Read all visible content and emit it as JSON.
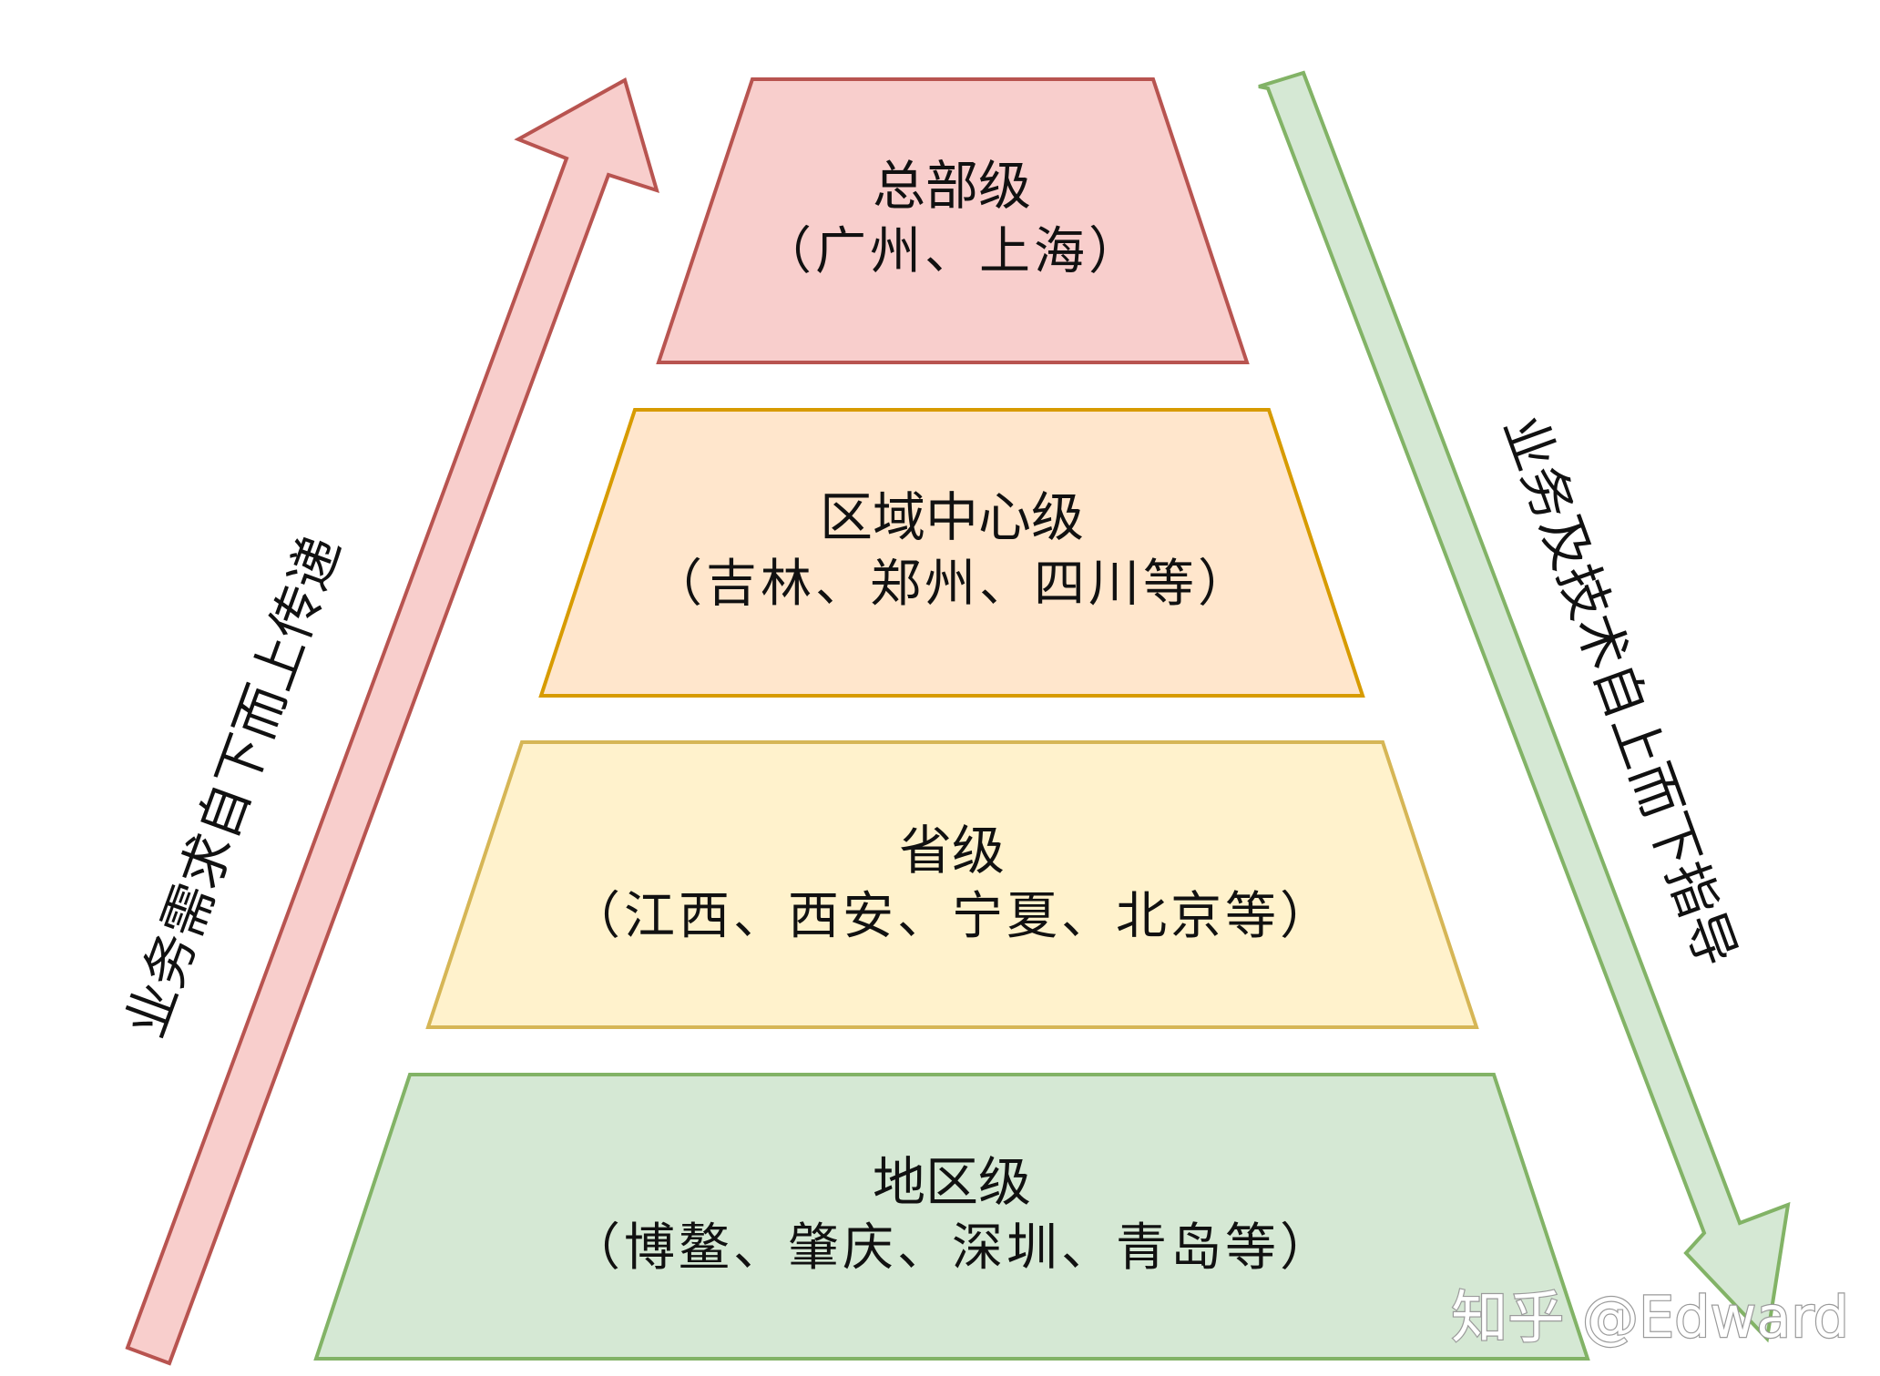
{
  "tiers": [
    {
      "title": "总部级",
      "subtitle": "（广州、上海）",
      "fill": "#f8cecc",
      "stroke": "#b85450"
    },
    {
      "title": "区域中心级",
      "subtitle": "（吉林、郑州、四川等）",
      "fill": "#ffe6cc",
      "stroke": "#d79b00"
    },
    {
      "title": "省级",
      "subtitle": "（江西、西安、宁夏、北京等）",
      "fill": "#fff2cc",
      "stroke": "#d6b656"
    },
    {
      "title": "地区级",
      "subtitle": "（博鳌、肇庆、深圳、青岛等）",
      "fill": "#d5e8d4",
      "stroke": "#82b366"
    }
  ],
  "arrows": {
    "up": {
      "label": "业务需求自下而上传递",
      "fill": "#f8cecc",
      "stroke": "#b85450"
    },
    "down": {
      "label": "业务及技术自上而下指导",
      "fill": "#d5e8d4",
      "stroke": "#82b366"
    }
  },
  "watermark": "知乎 @Edward"
}
